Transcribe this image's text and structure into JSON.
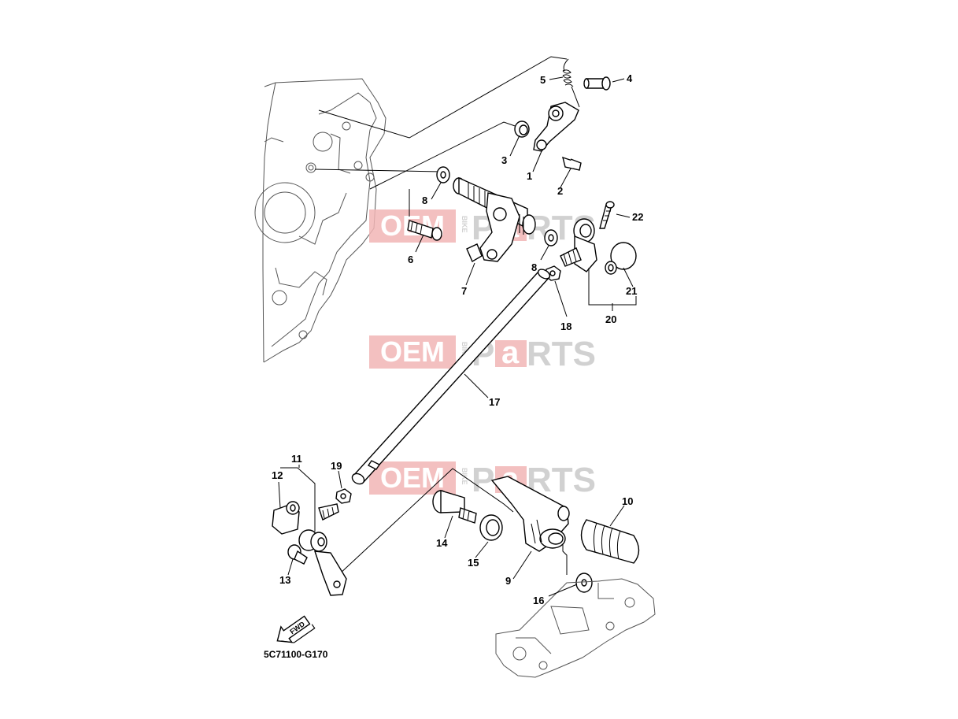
{
  "diagram": {
    "catalog_code": "5C71100-G170",
    "fwd_label": "FWD",
    "watermark": {
      "brand_left": "OEM",
      "brand_small": "BIKE",
      "brand_right_p": "P",
      "brand_right_a": "a",
      "brand_right_rest": "RTS"
    },
    "callouts": [
      {
        "num": "1"
      },
      {
        "num": "2"
      },
      {
        "num": "3"
      },
      {
        "num": "4"
      },
      {
        "num": "5"
      },
      {
        "num": "6"
      },
      {
        "num": "7"
      },
      {
        "num": "8"
      },
      {
        "num": "8"
      },
      {
        "num": "9"
      },
      {
        "num": "10"
      },
      {
        "num": "11"
      },
      {
        "num": "12"
      },
      {
        "num": "13"
      },
      {
        "num": "14"
      },
      {
        "num": "15"
      },
      {
        "num": "16"
      },
      {
        "num": "17"
      },
      {
        "num": "18"
      },
      {
        "num": "19"
      },
      {
        "num": "20"
      },
      {
        "num": "21"
      },
      {
        "num": "22"
      }
    ]
  }
}
